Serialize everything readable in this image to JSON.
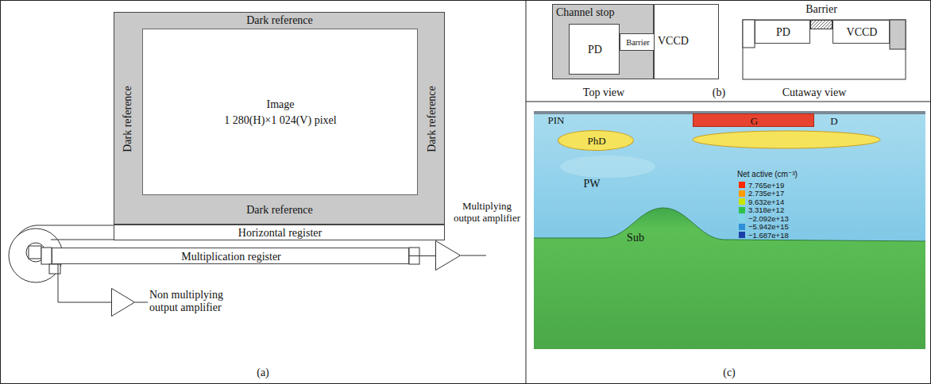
{
  "diagram": {
    "nodes": [
      {
        "text": [
          "Dark reference",
          "Dark reference",
          "Dark reference",
          "Dark reference"
        ]
      },
      {
        "text": [
          "Image",
          "1 280(H)×1 024(V) pixel"
        ],
        "in": 0
      },
      {
        "text": [
          "Horizontal register"
        ]
      },
      {
        "text": [
          "Multiplication register"
        ]
      },
      {
        "text": [
          "Multiplying output amplifier"
        ]
      },
      {
        "text": [
          "Non multiplying output amplifier"
        ]
      },
      {
        "text": [
          "Channel stop"
        ]
      },
      {
        "text": [
          "PD"
        ],
        "in": 6
      },
      {
        "text": [
          "Barrier"
        ],
        "in": 6
      },
      {
        "text": [
          "VCCD"
        ]
      },
      {
        "text": [
          "Barrier"
        ]
      },
      {
        "text": [
          "PD"
        ]
      },
      {
        "text": [
          "VCCD"
        ]
      },
      {
        "text": [
          "G"
        ]
      },
      {
        "text": [
          "PhD"
        ]
      }
    ],
    "edges": [
      {
        "from": 3,
        "to": 4,
        "arrow": "none"
      },
      {
        "from": 3,
        "to": 5,
        "arrow": "none"
      }
    ],
    "labels": [
      "Top view",
      "(b)",
      "Cutaway view",
      "PIN",
      "D",
      "PW",
      "Net active (cm⁻³)",
      "Sub",
      "(a)",
      "(c)"
    ],
    "legend": [
      {
        "text": "7.765e+19",
        "color": "#ff2a00"
      },
      {
        "text": "2.735e+17",
        "color": "#ff9a00"
      },
      {
        "text": "9.632e+14",
        "color": "#c8e600"
      },
      {
        "text": "3.318e+12",
        "color": "#2fc24a"
      },
      {
        "text": "−2.092e+13",
        "color": "#7fd6e8"
      },
      {
        "text": "−5.942e+15",
        "color": "#2e8fd8"
      },
      {
        "text": "−1.687e+18",
        "color": "#1a3fa8"
      }
    ]
  }
}
